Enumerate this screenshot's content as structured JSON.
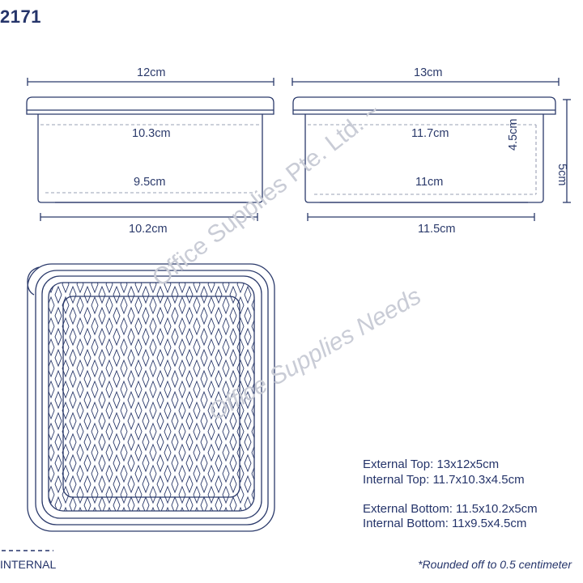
{
  "product_code": "2171",
  "left_view": {
    "top_width": "12cm",
    "internal_top": "10.3cm",
    "internal_bottom": "9.5cm",
    "bottom_width": "10.2cm"
  },
  "right_view": {
    "top_width": "13cm",
    "internal_top": "11.7cm",
    "internal_bottom": "11cm",
    "internal_height": "4.5cm",
    "external_height": "5cm",
    "bottom_width": "11.5cm"
  },
  "specs": {
    "external_top": "External Top: 13x12x5cm",
    "internal_top": "Internal Top: 11.7x10.3x4.5cm",
    "external_bottom": "External Bottom: 11.5x10.2x5cm",
    "internal_bottom": "Internal Bottom: 11x9.5x4.5cm"
  },
  "legend": {
    "internal_label": "INTERNAL"
  },
  "footnote": "*Rounded off to 0.5 centimeter",
  "watermark": {
    "line1": "Office Supplies Pte. Ltd. ~",
    "line2": "Office Supplies Needs"
  },
  "colors": {
    "line": "#2b3a6b",
    "dash": "#9aa0b4",
    "watermark": "#c9ccd6"
  }
}
